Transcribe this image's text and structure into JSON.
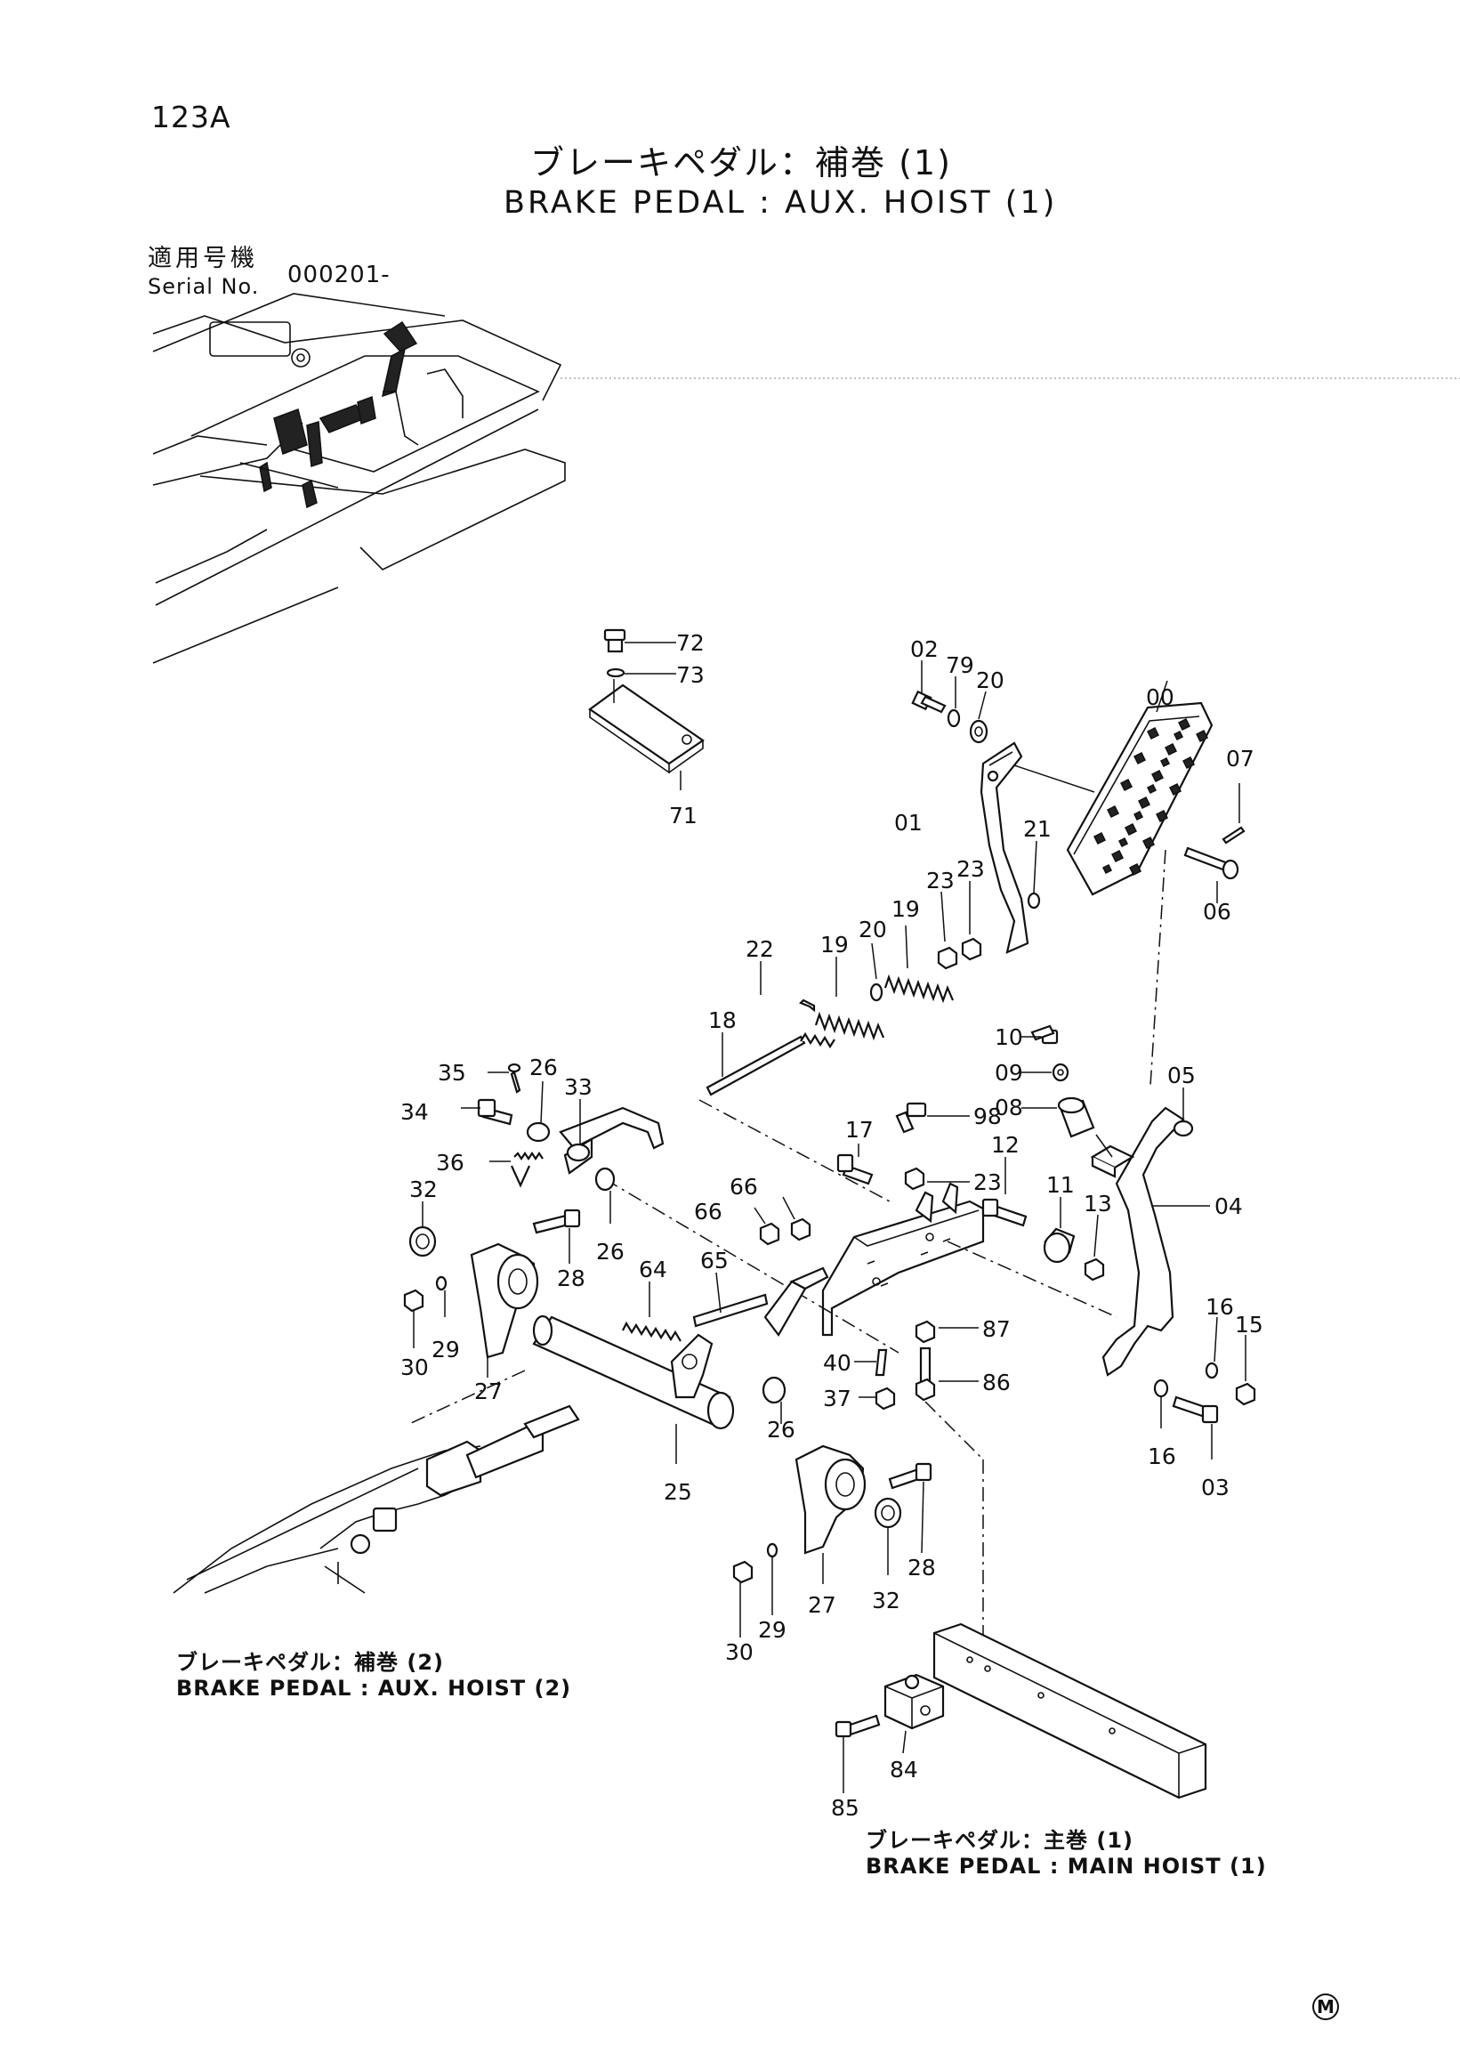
{
  "header": {
    "page_number": "123A",
    "title_jp": "ブレーキペダル：補巻 (1)",
    "title_en": "BRAKE PEDAL : AUX. HOIST (1)",
    "serial_label_jp": "適用号機",
    "serial_label_en": "Serial No.",
    "serial_value": "000201-"
  },
  "references": [
    {
      "jp": "ブレーキペダル：補巻 (2)",
      "en": "BRAKE PEDAL : AUX. HOIST (2)"
    },
    {
      "jp": "ブレーキペダル：主巻 (1)",
      "en": "BRAKE PEDAL : MAIN HOIST (1)"
    }
  ],
  "footer_mark": "M",
  "callouts": [
    "72",
    "73",
    "71",
    "02",
    "79",
    "20",
    "00",
    "07",
    "01",
    "21",
    "06",
    "23",
    "23",
    "19",
    "20",
    "19",
    "22",
    "18",
    "10",
    "09",
    "08",
    "05",
    "98",
    "17",
    "04",
    "23",
    "12",
    "11",
    "13",
    "35",
    "26",
    "33",
    "34",
    "36",
    "26",
    "66",
    "66",
    "32",
    "28",
    "64",
    "65",
    "30",
    "29",
    "27",
    "40",
    "87",
    "37",
    "86",
    "16",
    "15",
    "16",
    "03",
    "26",
    "25",
    "28",
    "27",
    "32",
    "30",
    "29",
    "84",
    "85"
  ]
}
